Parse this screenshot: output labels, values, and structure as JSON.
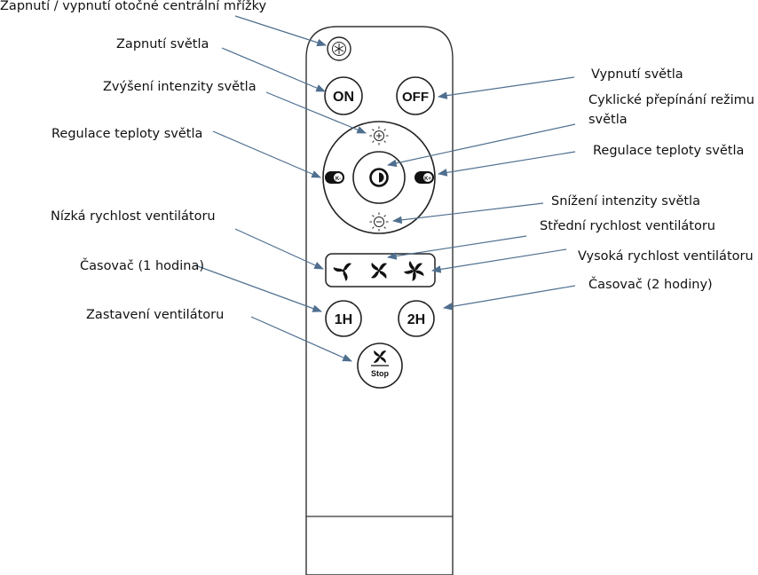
{
  "diagram": {
    "callouts": [
      {
        "id": "grid",
        "text": "Zapnutí / vypnutí otočné centrální mřížky"
      },
      {
        "id": "light-on",
        "text": "Zapnutí světla"
      },
      {
        "id": "bright-up",
        "text": "Zvýšení intenzity světla"
      },
      {
        "id": "temp-left",
        "text": "Regulace teploty světla"
      },
      {
        "id": "light-off",
        "text": "Vypnutí světla"
      },
      {
        "id": "mode-cycle",
        "text": "Cyklické přepínání režimu",
        "text2": "světla"
      },
      {
        "id": "temp-right",
        "text": "Regulace teploty světla"
      },
      {
        "id": "bright-down",
        "text": "Snížení intenzity světla"
      },
      {
        "id": "fan-low",
        "text": "Nízká rychlost ventilátoru"
      },
      {
        "id": "fan-mid",
        "text": "Střední rychlost ventilátoru"
      },
      {
        "id": "fan-high",
        "text": "Vysoká rychlost ventilátoru"
      },
      {
        "id": "timer-1h",
        "text": "Časovač (1 hodina)"
      },
      {
        "id": "timer-2h",
        "text": "Časovač (2 hodiny)"
      },
      {
        "id": "fan-stop",
        "text": "Zastavení ventilátoru"
      }
    ]
  },
  "remote": {
    "on_label": "ON",
    "off_label": "OFF",
    "temp_minus_label": "K-",
    "temp_plus_label": "K+",
    "timer1_label": "1H",
    "timer2_label": "2H",
    "stop_label": "Stop",
    "icons": [
      "grid-icon",
      "sun-plus-icon",
      "sun-minus-icon",
      "mode-cycle-icon",
      "fan-low-icon",
      "fan-mid-icon",
      "fan-high-icon",
      "fan-stop-icon"
    ]
  },
  "colors": {
    "outline": "#333333",
    "arrow": "#4f6f8f",
    "text": "#111111"
  }
}
